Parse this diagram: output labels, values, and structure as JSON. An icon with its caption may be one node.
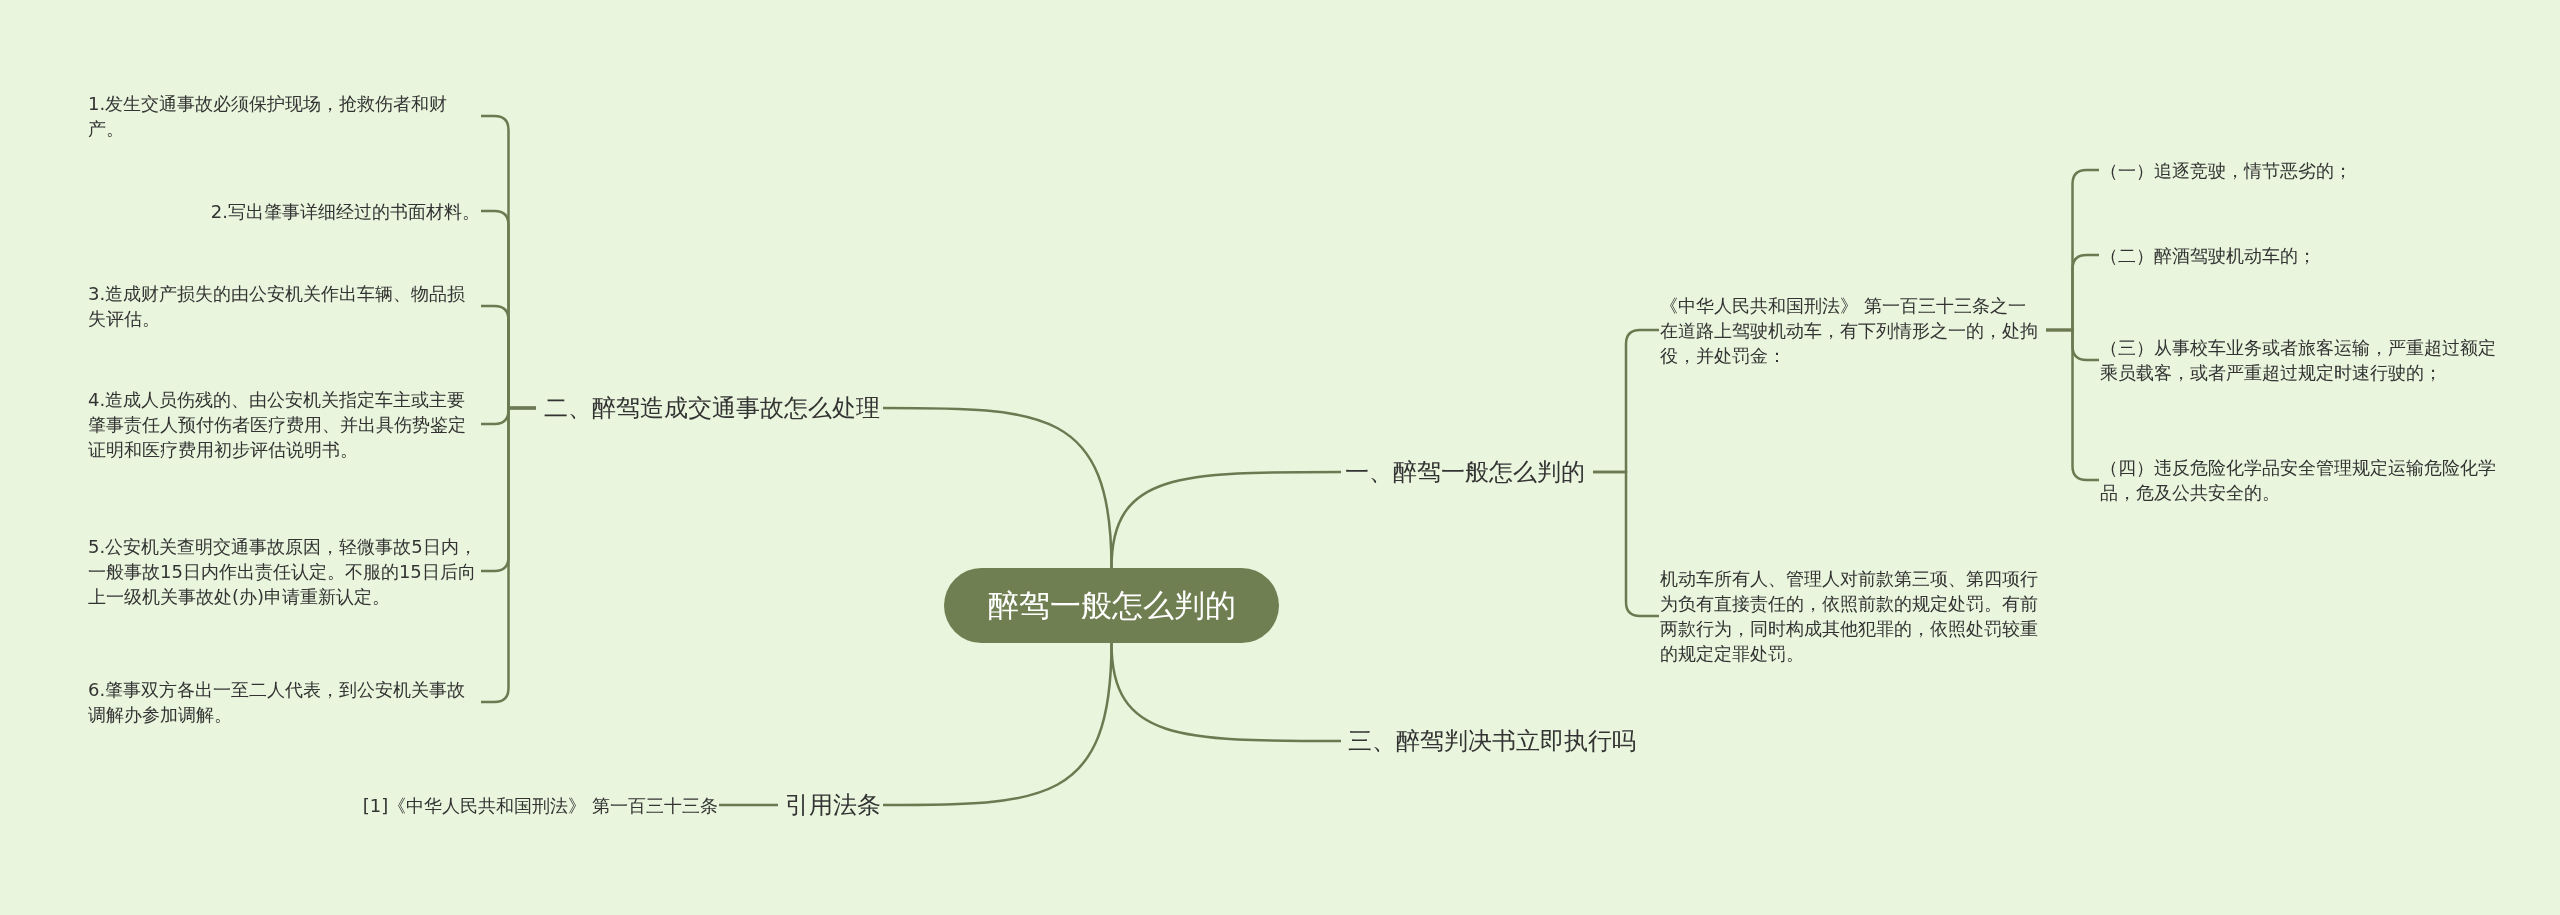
{
  "diagram": {
    "nodes": [
      {
        "text": [
          "醉驾一般怎么判的"
        ]
      },
      {
        "text": [
          "一、醉驾一般怎么判的"
        ]
      },
      {
        "text": [
          "《中华人民共和国刑法》 第一百三十三条之一在道路上驾驶机动车，有下列情形之一的，处拘役，并处罚金："
        ]
      },
      {
        "text": [
          "（一）追逐竞驶，情节恶劣的；"
        ]
      },
      {
        "text": [
          "（二）醉酒驾驶机动车的；"
        ]
      },
      {
        "text": [
          "（三）从事校车业务或者旅客运输，严重超过额定乘员载客，或者严重超过规定时速行驶的；"
        ]
      },
      {
        "text": [
          "（四）违反危险化学品安全管理规定运输危险化学品，危及公共安全的。"
        ]
      },
      {
        "text": [
          "机动车所有人、管理人对前款第三项、第四项行为负有直接责任的，依照前款的规定处罚。有前两款行为，同时构成其他犯罪的，依照处罚较重的规定定罪处罚。"
        ]
      },
      {
        "text": [
          "二、醉驾造成交通事故怎么处理"
        ]
      },
      {
        "text": [
          "1.发生交通事故必须保护现场，抢救伤者和财产。"
        ]
      },
      {
        "text": [
          "2.写出肇事详细经过的书面材料。"
        ]
      },
      {
        "text": [
          "3.造成财产损失的由公安机关作出车辆、物品损失评估。"
        ]
      },
      {
        "text": [
          "4.造成人员伤残的、由公安机关指定车主或主要肇事责任人预付伤者医疗费用、并出具伤势鉴定证明和医疗费用初步评估说明书。"
        ]
      },
      {
        "text": [
          "5.公安机关查明交通事故原因，轻微事故5日内，一般事故15日内作出责任认定。不服的15日后向上一级机关事故处(办)申请重新认定。"
        ]
      },
      {
        "text": [
          "6.肇事双方各出一至二人代表，到公安机关事故调解办参加调解。"
        ]
      },
      {
        "text": [
          "三、醉驾判决书立即执行吗"
        ]
      },
      {
        "text": [
          "引用法条"
        ]
      },
      {
        "text": [
          "[1]《中华人民共和国刑法》 第一百三十三条"
        ]
      }
    ],
    "edges": [
      {
        "from": 0,
        "to": 1,
        "arrow": "none"
      },
      {
        "from": 1,
        "to": 2,
        "arrow": "none"
      },
      {
        "from": 2,
        "to": 3,
        "arrow": "none"
      },
      {
        "from": 2,
        "to": 4,
        "arrow": "none"
      },
      {
        "from": 2,
        "to": 5,
        "arrow": "none"
      },
      {
        "from": 2,
        "to": 6,
        "arrow": "none"
      },
      {
        "from": 1,
        "to": 7,
        "arrow": "none"
      },
      {
        "from": 0,
        "to": 8,
        "arrow": "none"
      },
      {
        "from": 8,
        "to": 9,
        "arrow": "none"
      },
      {
        "from": 8,
        "to": 10,
        "arrow": "none"
      },
      {
        "from": 8,
        "to": 11,
        "arrow": "none"
      },
      {
        "from": 8,
        "to": 12,
        "arrow": "none"
      },
      {
        "from": 8,
        "to": 13,
        "arrow": "none"
      },
      {
        "from": 8,
        "to": 14,
        "arrow": "none"
      },
      {
        "from": 0,
        "to": 15,
        "arrow": "none"
      },
      {
        "from": 0,
        "to": 16,
        "arrow": "none"
      },
      {
        "from": 16,
        "to": 17,
        "arrow": "none"
      }
    ]
  }
}
